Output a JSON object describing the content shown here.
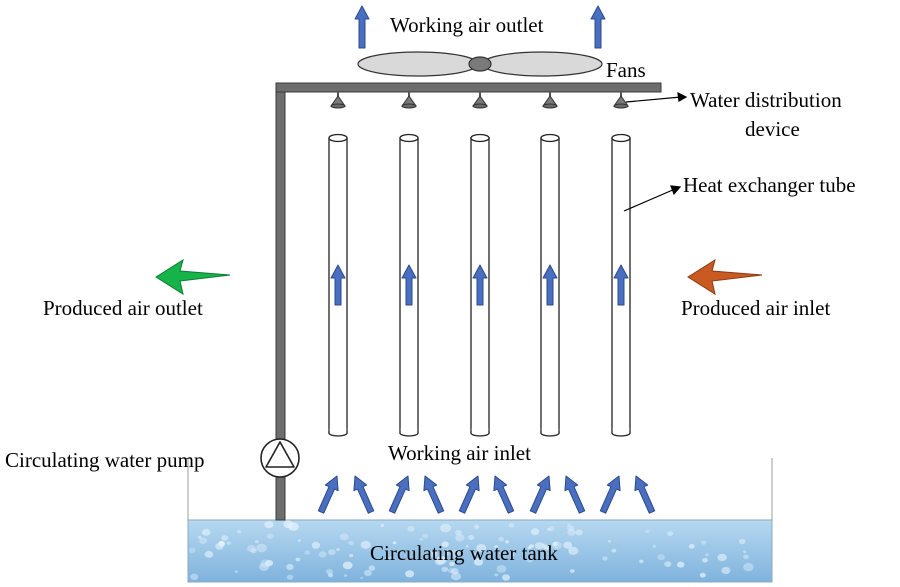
{
  "labels": {
    "working_air_outlet": "Working air outlet",
    "fans": "Fans",
    "water_distribution_line1": "Water distribution",
    "water_distribution_line2": "device",
    "heat_exchanger_tube": "Heat exchanger tube",
    "produced_air_outlet": "Produced air outlet",
    "produced_air_inlet": "Produced air inlet",
    "circulating_water_pump": "Circulating water pump",
    "working_air_inlet": "Working air inlet",
    "circulating_water_tank": "Circulating water tank"
  },
  "colors": {
    "blue_arrow": "#4a6fc0",
    "blue_arrow_stroke": "#2c4a8c",
    "green_arrow": "#16b34a",
    "orange_arrow": "#c85a22",
    "pipe": "#6d6d6d",
    "fan_blade": "#d9d9d9",
    "water": "#9dc8e8"
  },
  "icons": {
    "fan": "fan-icon",
    "nozzle": "nozzle-icon",
    "pump": "pump-icon"
  }
}
